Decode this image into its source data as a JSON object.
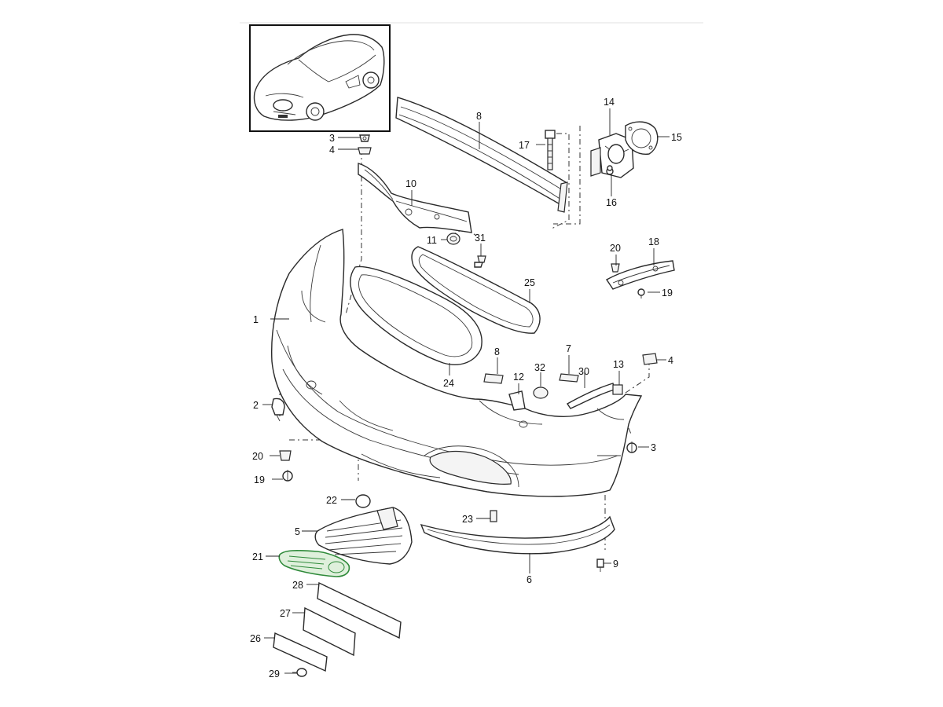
{
  "diagram": {
    "highlight_color": "#2f8a3a",
    "line_color": "#2a2a2a",
    "background": "#ffffff",
    "highlighted_part": "21",
    "callouts": [
      {
        "id": "c1",
        "label": "1"
      },
      {
        "id": "c2",
        "label": "2"
      },
      {
        "id": "c3a",
        "label": "3"
      },
      {
        "id": "c3b",
        "label": "3"
      },
      {
        "id": "c4a",
        "label": "4"
      },
      {
        "id": "c4b",
        "label": "4"
      },
      {
        "id": "c5",
        "label": "5"
      },
      {
        "id": "c6",
        "label": "6"
      },
      {
        "id": "c7",
        "label": "7"
      },
      {
        "id": "c8a",
        "label": "8"
      },
      {
        "id": "c8b",
        "label": "8"
      },
      {
        "id": "c9",
        "label": "9"
      },
      {
        "id": "c10",
        "label": "10"
      },
      {
        "id": "c11",
        "label": "11"
      },
      {
        "id": "c12",
        "label": "12"
      },
      {
        "id": "c13",
        "label": "13"
      },
      {
        "id": "c14",
        "label": "14"
      },
      {
        "id": "c15",
        "label": "15"
      },
      {
        "id": "c16",
        "label": "16"
      },
      {
        "id": "c17",
        "label": "17"
      },
      {
        "id": "c18",
        "label": "18"
      },
      {
        "id": "c19a",
        "label": "19"
      },
      {
        "id": "c19b",
        "label": "19"
      },
      {
        "id": "c20a",
        "label": "20"
      },
      {
        "id": "c20b",
        "label": "20"
      },
      {
        "id": "c21",
        "label": "21"
      },
      {
        "id": "c22",
        "label": "22"
      },
      {
        "id": "c23",
        "label": "23"
      },
      {
        "id": "c24",
        "label": "24"
      },
      {
        "id": "c25",
        "label": "25"
      },
      {
        "id": "c26",
        "label": "26"
      },
      {
        "id": "c27",
        "label": "27"
      },
      {
        "id": "c28",
        "label": "28"
      },
      {
        "id": "c29",
        "label": "29"
      },
      {
        "id": "c30",
        "label": "30"
      },
      {
        "id": "c31",
        "label": "31"
      },
      {
        "id": "c32",
        "label": "32"
      }
    ]
  }
}
